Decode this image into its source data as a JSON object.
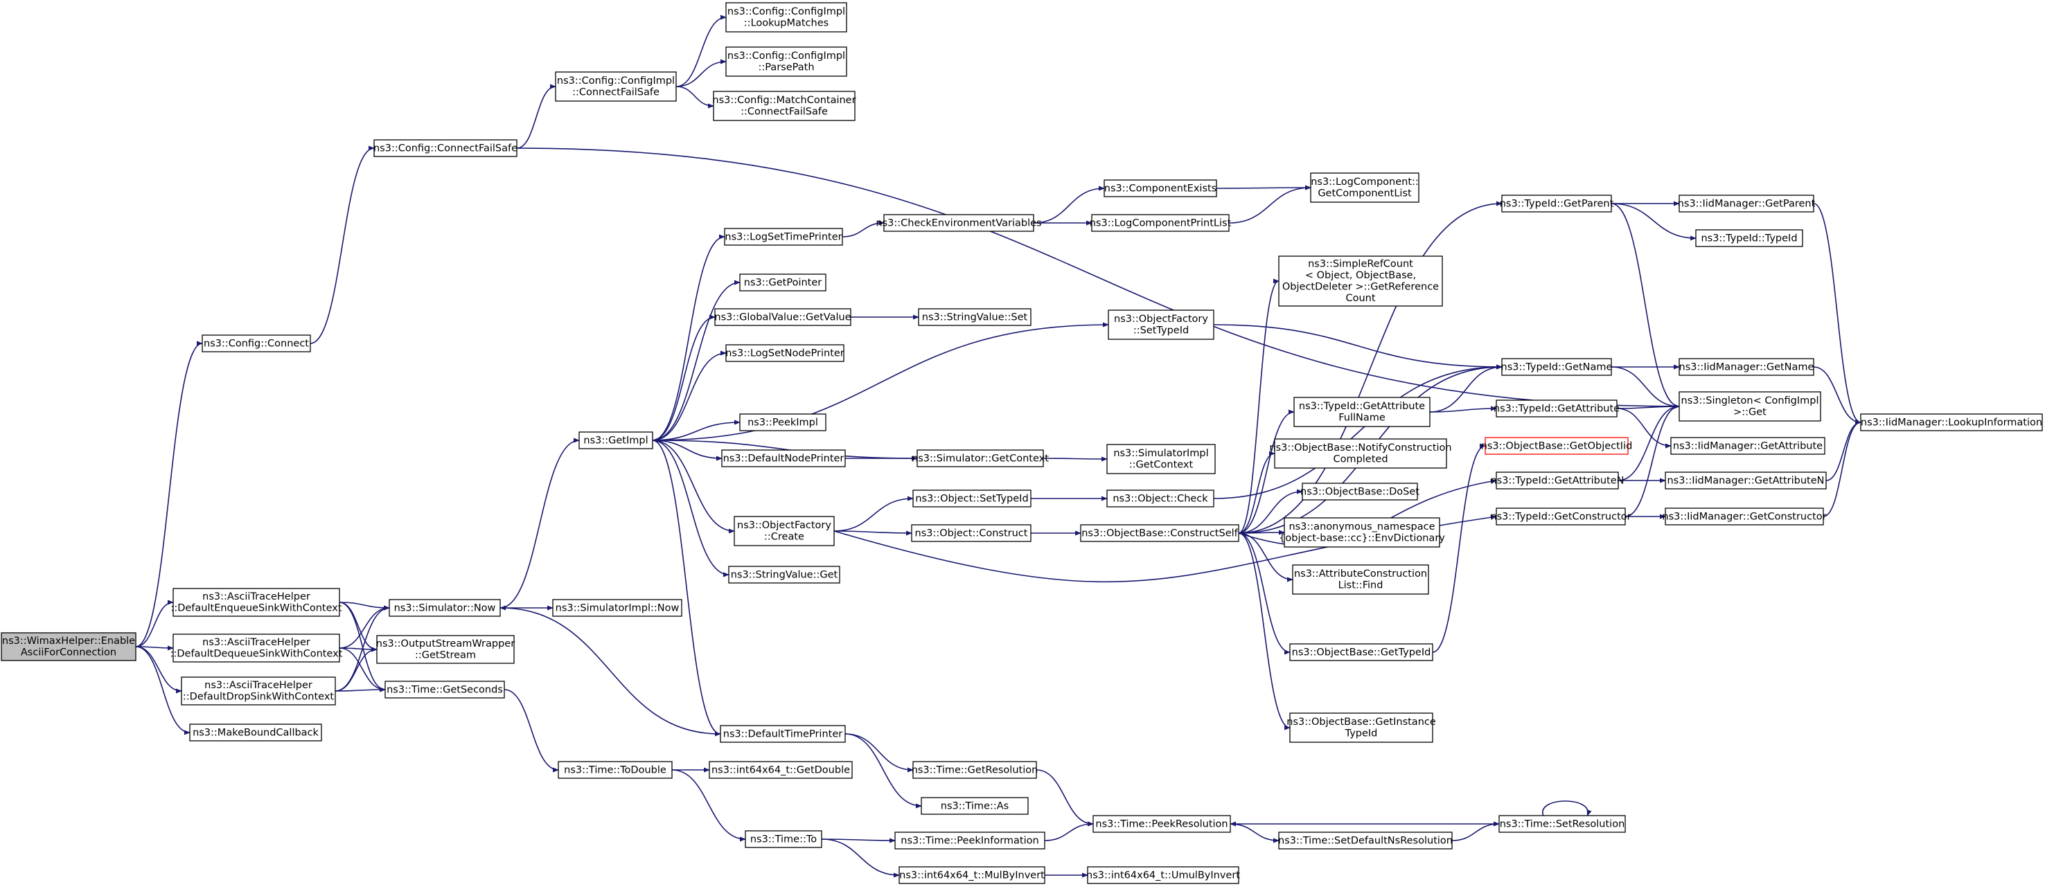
{
  "graph": {
    "root": "wimax_enable",
    "colors": {
      "edge": "#191970",
      "node_border": "#000000",
      "focus_fill": "#bfbfbf",
      "warning_border": "#ff0000"
    },
    "nodes": [
      {
        "id": "wimax_enable",
        "lines": [
          "ns3::WimaxHelper::Enable",
          "AsciiForConnection"
        ],
        "focus": true
      },
      {
        "id": "config_connect",
        "lines": [
          "ns3::Config::Connect"
        ]
      },
      {
        "id": "config_cfs",
        "lines": [
          "ns3::Config::ConnectFailSafe"
        ]
      },
      {
        "id": "cfgimpl_cfs",
        "lines": [
          "ns3::Config::ConfigImpl",
          "::ConnectFailSafe"
        ]
      },
      {
        "id": "cfgimpl_lookup",
        "lines": [
          "ns3::Config::ConfigImpl",
          "::LookupMatches"
        ]
      },
      {
        "id": "cfgimpl_parse",
        "lines": [
          "ns3::Config::ConfigImpl",
          "::ParsePath"
        ]
      },
      {
        "id": "matchcontainer_cfs",
        "lines": [
          "ns3::Config::MatchContainer",
          "::ConnectFailSafe"
        ]
      },
      {
        "id": "ascii_enqueue",
        "lines": [
          "ns3::AsciiTraceHelper",
          "::DefaultEnqueueSinkWithContext"
        ]
      },
      {
        "id": "ascii_dequeue",
        "lines": [
          "ns3::AsciiTraceHelper",
          "::DefaultDequeueSinkWithContext"
        ]
      },
      {
        "id": "ascii_drop",
        "lines": [
          "ns3::AsciiTraceHelper",
          "::DefaultDropSinkWithContext"
        ]
      },
      {
        "id": "make_bound_cb",
        "lines": [
          "ns3::MakeBoundCallback"
        ]
      },
      {
        "id": "sim_now",
        "lines": [
          "ns3::Simulator::Now"
        ]
      },
      {
        "id": "simimpl_now",
        "lines": [
          "ns3::SimulatorImpl::Now"
        ]
      },
      {
        "id": "osw_getstream",
        "lines": [
          "ns3::OutputStreamWrapper",
          "::GetStream"
        ]
      },
      {
        "id": "time_getseconds",
        "lines": [
          "ns3::Time::GetSeconds"
        ]
      },
      {
        "id": "get_impl",
        "lines": [
          "ns3::GetImpl"
        ]
      },
      {
        "id": "log_set_time_printer",
        "lines": [
          "ns3::LogSetTimePrinter"
        ]
      },
      {
        "id": "get_pointer",
        "lines": [
          "ns3::GetPointer"
        ]
      },
      {
        "id": "gv_getvalue",
        "lines": [
          "ns3::GlobalValue::GetValue"
        ]
      },
      {
        "id": "stringvalue_set",
        "lines": [
          "ns3::StringValue::Set"
        ]
      },
      {
        "id": "log_set_node_printer",
        "lines": [
          "ns3::LogSetNodePrinter"
        ]
      },
      {
        "id": "peek_impl",
        "lines": [
          "ns3::PeekImpl"
        ]
      },
      {
        "id": "default_node_printer",
        "lines": [
          "ns3::DefaultNodePrinter"
        ]
      },
      {
        "id": "sim_getcontext",
        "lines": [
          "ns3::Simulator::GetContext"
        ]
      },
      {
        "id": "simimpl_getcontext",
        "lines": [
          "ns3::SimulatorImpl",
          "::GetContext"
        ]
      },
      {
        "id": "objfactory_create",
        "lines": [
          "ns3::ObjectFactory",
          "::Create"
        ]
      },
      {
        "id": "stringvalue_get",
        "lines": [
          "ns3::StringValue::Get"
        ]
      },
      {
        "id": "default_time_printer",
        "lines": [
          "ns3::DefaultTimePrinter"
        ]
      },
      {
        "id": "check_env",
        "lines": [
          "ns3::CheckEnvironmentVariables"
        ]
      },
      {
        "id": "component_exists",
        "lines": [
          "ns3::ComponentExists"
        ]
      },
      {
        "id": "log_component_print_list",
        "lines": [
          "ns3::LogComponentPrintList"
        ]
      },
      {
        "id": "logcomponent_getlist",
        "lines": [
          "ns3::LogComponent::",
          "GetComponentList"
        ]
      },
      {
        "id": "objfactory_settypeid",
        "lines": [
          "ns3::ObjectFactory",
          "::SetTypeId"
        ]
      },
      {
        "id": "object_settypeid",
        "lines": [
          "ns3::Object::SetTypeId"
        ]
      },
      {
        "id": "object_construct",
        "lines": [
          "ns3::Object::Construct"
        ]
      },
      {
        "id": "object_check",
        "lines": [
          "ns3::Object::Check"
        ]
      },
      {
        "id": "objectbase_constructself",
        "lines": [
          "ns3::ObjectBase::ConstructSelf"
        ]
      },
      {
        "id": "simplerefcount",
        "lines": [
          "ns3::SimpleRefCount",
          "< Object, ObjectBase,",
          "ObjectDeleter >::GetReference",
          "Count"
        ]
      },
      {
        "id": "typeid_getattrfullname",
        "lines": [
          "ns3::TypeId::GetAttribute",
          "FullName"
        ]
      },
      {
        "id": "objectbase_notify",
        "lines": [
          "ns3::ObjectBase::NotifyConstruction",
          "Completed"
        ]
      },
      {
        "id": "objectbase_doset",
        "lines": [
          "ns3::ObjectBase::DoSet"
        ]
      },
      {
        "id": "anon_envdict",
        "lines": [
          "ns3::anonymous_namespace",
          "{object-base::cc}::EnvDictionary"
        ]
      },
      {
        "id": "attrconstruction_find",
        "lines": [
          "ns3::AttributeConstruction",
          "List::Find"
        ]
      },
      {
        "id": "objectbase_gettypeid",
        "lines": [
          "ns3::ObjectBase::GetTypeId"
        ]
      },
      {
        "id": "objectbase_getinstancetypeid",
        "lines": [
          "ns3::ObjectBase::GetInstance",
          "TypeId"
        ]
      },
      {
        "id": "typeid_getparent",
        "lines": [
          "ns3::TypeId::GetParent"
        ]
      },
      {
        "id": "typeid_getname",
        "lines": [
          "ns3::TypeId::GetName"
        ]
      },
      {
        "id": "typeid_getattribute",
        "lines": [
          "ns3::TypeId::GetAttribute"
        ]
      },
      {
        "id": "objectbase_getobjectiid",
        "lines": [
          "ns3::ObjectBase::GetObjectIid"
        ],
        "warn": true
      },
      {
        "id": "typeid_getattributen",
        "lines": [
          "ns3::TypeId::GetAttributeN"
        ]
      },
      {
        "id": "typeid_getconstructor",
        "lines": [
          "ns3::TypeId::GetConstructor"
        ]
      },
      {
        "id": "iid_getparent",
        "lines": [
          "ns3::IidManager::GetParent"
        ]
      },
      {
        "id": "typeid_typeid",
        "lines": [
          "ns3::TypeId::TypeId"
        ]
      },
      {
        "id": "iid_getname",
        "lines": [
          "ns3::IidManager::GetName"
        ]
      },
      {
        "id": "singleton_get",
        "lines": [
          "ns3::Singleton< ConfigImpl",
          ">::Get"
        ]
      },
      {
        "id": "iid_getattribute",
        "lines": [
          "ns3::IidManager::GetAttribute"
        ]
      },
      {
        "id": "iid_getattributen",
        "lines": [
          "ns3::IidManager::GetAttributeN"
        ]
      },
      {
        "id": "iid_getconstructor",
        "lines": [
          "ns3::IidManager::GetConstructor"
        ]
      },
      {
        "id": "iid_lookupinformation",
        "lines": [
          "ns3::IidManager::LookupInformation"
        ]
      },
      {
        "id": "time_todouble",
        "lines": [
          "ns3::Time::ToDouble"
        ]
      },
      {
        "id": "int64_getdouble",
        "lines": [
          "ns3::int64x64_t::GetDouble"
        ]
      },
      {
        "id": "time_to",
        "lines": [
          "ns3::Time::To"
        ]
      },
      {
        "id": "time_getresolution",
        "lines": [
          "ns3::Time::GetResolution"
        ]
      },
      {
        "id": "time_as",
        "lines": [
          "ns3::Time::As"
        ]
      },
      {
        "id": "time_peekresolution",
        "lines": [
          "ns3::Time::PeekResolution"
        ]
      },
      {
        "id": "time_peekinformation",
        "lines": [
          "ns3::Time::PeekInformation"
        ]
      },
      {
        "id": "int64_mulbyinvert",
        "lines": [
          "ns3::int64x64_t::MulByInvert"
        ]
      },
      {
        "id": "int64_umulbyinvert",
        "lines": [
          "ns3::int64x64_t::UmulByInvert"
        ]
      },
      {
        "id": "time_setdefaultnsres",
        "lines": [
          "ns3::Time::SetDefaultNsResolution"
        ]
      },
      {
        "id": "time_setresolution",
        "lines": [
          "ns3::Time::SetResolution"
        ]
      }
    ]
  }
}
